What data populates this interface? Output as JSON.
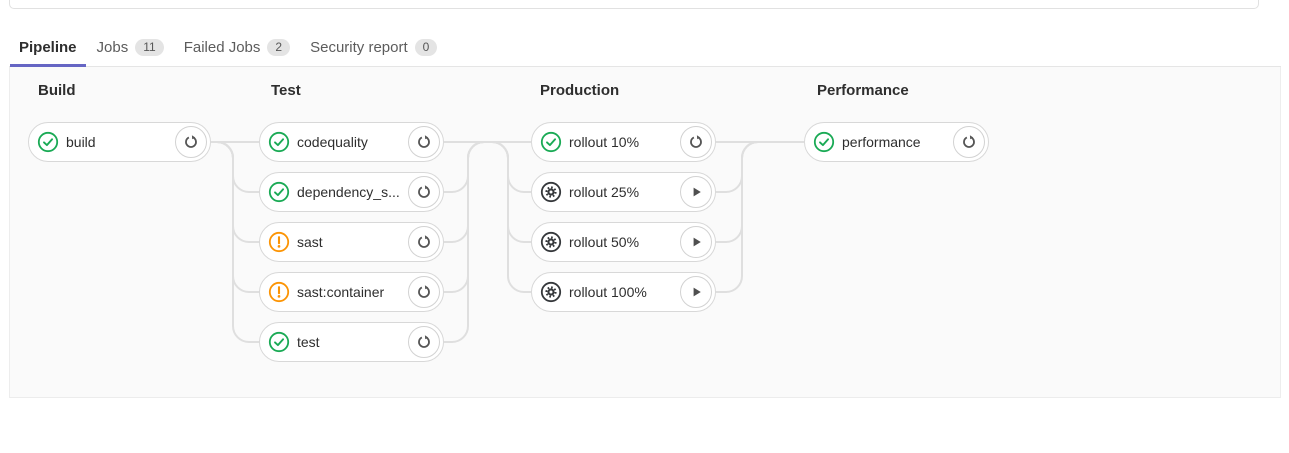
{
  "colors": {
    "accent": "#6666c4",
    "success_green": "#1aaa55",
    "warning_orange": "#fc9403",
    "manual_dark": "#35383b",
    "connector_gray": "#dfdfdf",
    "graph_background": "#fafafa"
  },
  "tabs": [
    {
      "label": "Pipeline",
      "active": true
    },
    {
      "label": "Jobs",
      "badge": "11"
    },
    {
      "label": "Failed Jobs",
      "badge": "2"
    },
    {
      "label": "Security report",
      "badge": "0"
    }
  ],
  "stages": [
    {
      "name": "Build",
      "jobs": [
        {
          "label": "build",
          "status": "success",
          "action": "retry"
        }
      ]
    },
    {
      "name": "Test",
      "jobs": [
        {
          "label": "codequality",
          "status": "success",
          "action": "retry"
        },
        {
          "label": "dependency_s...",
          "status": "success",
          "action": "retry"
        },
        {
          "label": "sast",
          "status": "warning",
          "action": "retry"
        },
        {
          "label": "sast:container",
          "status": "warning",
          "action": "retry"
        },
        {
          "label": "test",
          "status": "success",
          "action": "retry"
        }
      ]
    },
    {
      "name": "Production",
      "jobs": [
        {
          "label": "rollout 10%",
          "status": "success",
          "action": "retry"
        },
        {
          "label": "rollout 25%",
          "status": "manual",
          "action": "play"
        },
        {
          "label": "rollout 50%",
          "status": "manual",
          "action": "play"
        },
        {
          "label": "rollout 100%",
          "status": "manual",
          "action": "play"
        }
      ]
    },
    {
      "name": "Performance",
      "jobs": [
        {
          "label": "performance",
          "status": "success",
          "action": "retry"
        }
      ]
    }
  ],
  "icons": {
    "status_success": "check-circle",
    "status_warning": "exclamation-circle",
    "status_manual": "gear-circle",
    "action_retry": "retry-circular-arrow",
    "action_play": "play-triangle"
  }
}
